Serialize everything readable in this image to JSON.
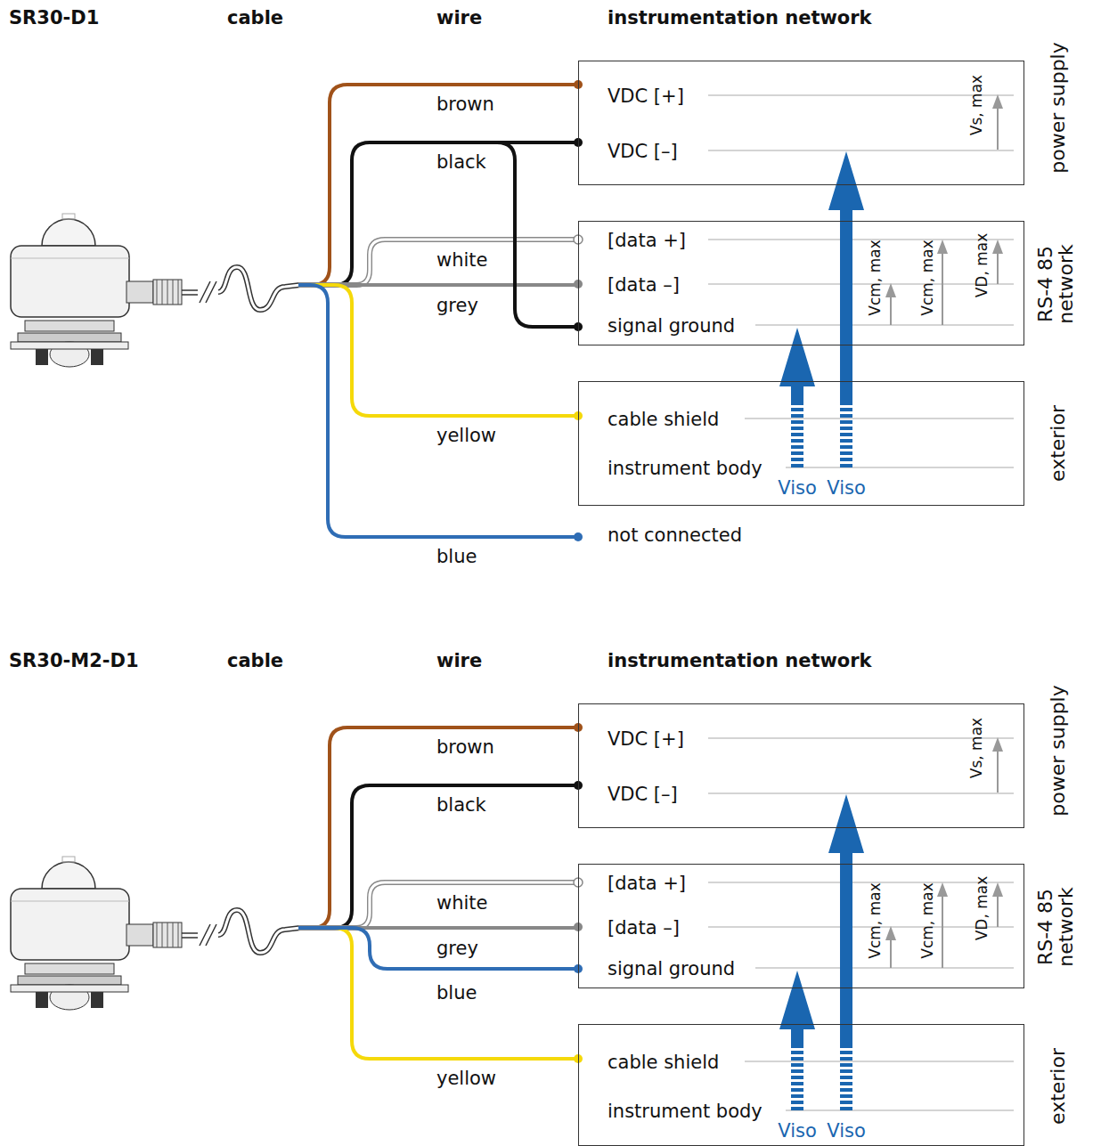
{
  "diagram": {
    "nodes": [
      {
        "text": [
          "VDC [+]",
          "VDC [–]",
          "power supply"
        ]
      },
      {
        "text": [
          "[data +]",
          "[data –]",
          "signal ground",
          "RS-4 85 network"
        ]
      },
      {
        "text": [
          "cable shield",
          "instrument body",
          "exterior"
        ]
      },
      {
        "text": [
          "VDC [+]",
          "VDC [–]",
          "power supply"
        ]
      },
      {
        "text": [
          "[data +]",
          "[data –]",
          "signal ground",
          "RS-4 85 network"
        ]
      },
      {
        "text": [
          "cable shield",
          "instrument body",
          "exterior"
        ]
      }
    ],
    "edges": [
      {
        "from": 2,
        "to": 1,
        "arrow": "to",
        "label": "Viso"
      },
      {
        "from": 2,
        "to": 0,
        "arrow": "to",
        "label": "Viso"
      },
      {
        "from": 5,
        "to": 4,
        "arrow": "to",
        "label": "Viso"
      },
      {
        "from": 5,
        "to": 3,
        "arrow": "to",
        "label": "Viso"
      }
    ],
    "labels": [
      "SR30-D1",
      "cable",
      "wire",
      "instrumentation network",
      "brown",
      "black",
      "white",
      "grey",
      "yellow",
      "blue",
      "not connected",
      "Vs, max",
      "Vcm, max",
      "Vcm, max",
      "VD, max",
      "SR30-M2-D1",
      "cable",
      "wire",
      "instrumentation network",
      "brown",
      "black",
      "white",
      "grey",
      "blue",
      "yellow",
      "Vs, max",
      "Vcm, max",
      "Vcm, max",
      "VD, max"
    ]
  }
}
